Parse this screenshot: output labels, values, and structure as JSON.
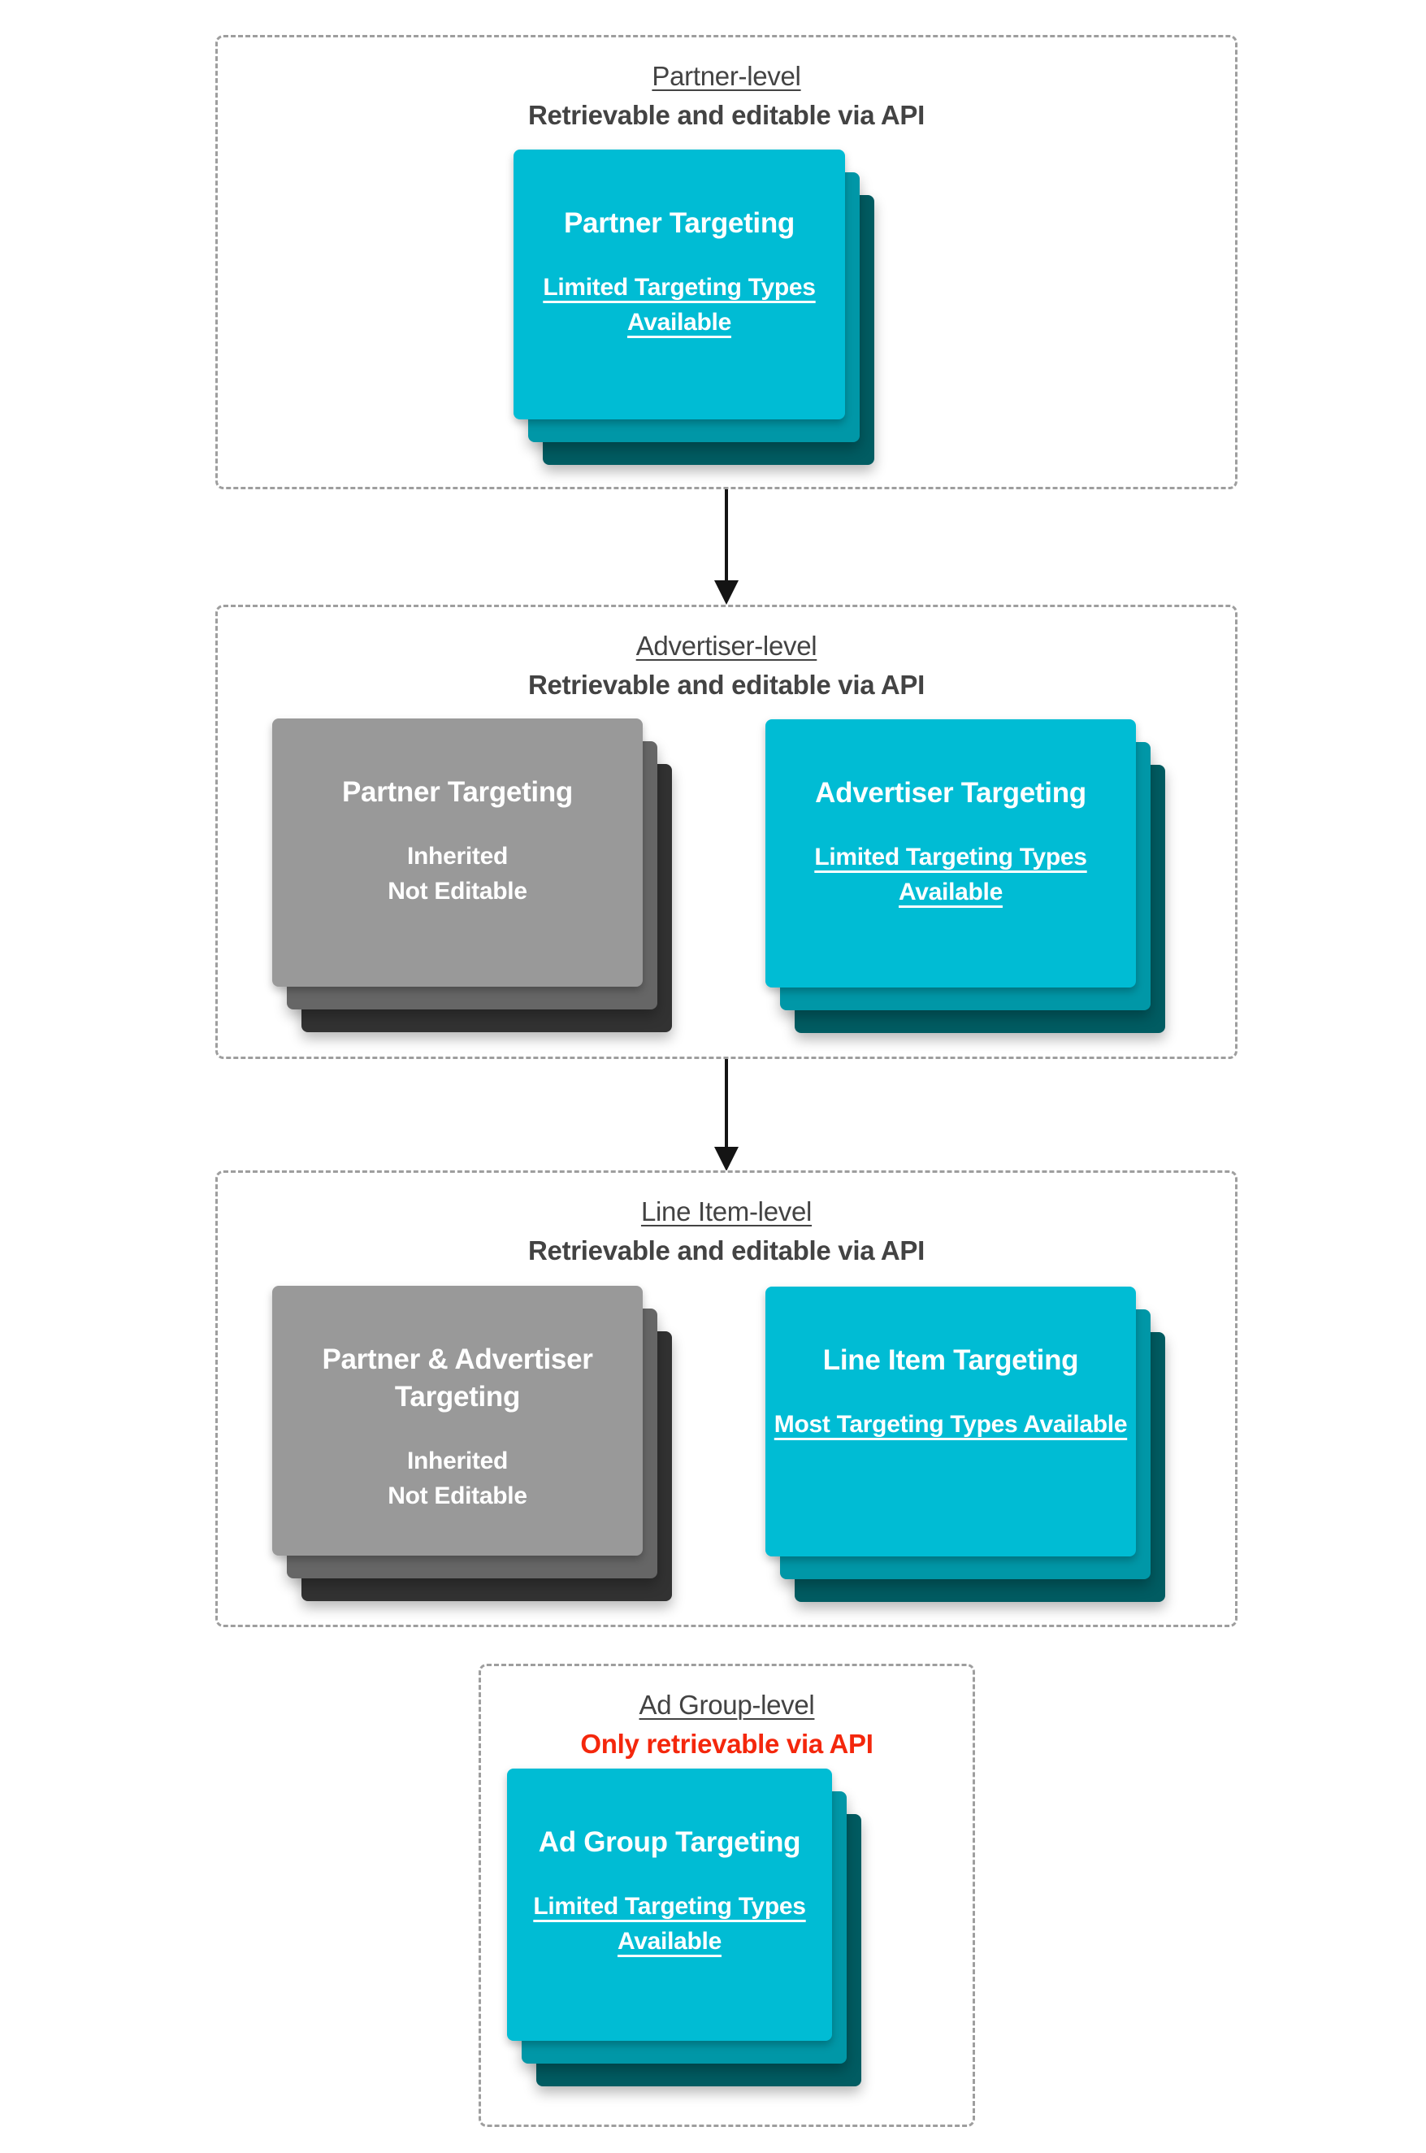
{
  "colors": {
    "card_front_cyan": "#00bcd4",
    "card_mid_cyan": "#0097a7",
    "card_back_cyan": "#015c62",
    "card_front_gray": "#999999",
    "card_mid_gray": "#666666",
    "card_back_gray": "#323232",
    "header_text": "#434343",
    "alert_text": "#f4270c",
    "border": "#9e9e9e",
    "arrow": "#141414"
  },
  "sections": [
    {
      "level_label": "Partner-level",
      "api_note": "Retrievable and editable via API",
      "cards": [
        {
          "title": "Partner Targeting",
          "note": "Limited Targeting Types Available"
        }
      ]
    },
    {
      "level_label": "Advertiser-level",
      "api_note": "Retrievable and editable via API",
      "cards": [
        {
          "title": "Partner Targeting",
          "note_lines": [
            "Inherited",
            "Not Editable"
          ]
        },
        {
          "title": "Advertiser Targeting",
          "note": "Limited Targeting Types Available"
        }
      ]
    },
    {
      "level_label": "Line Item-level",
      "api_note": "Retrievable and editable via API",
      "cards": [
        {
          "title": "Partner & Advertiser Targeting",
          "note_lines": [
            "Inherited",
            "Not Editable"
          ]
        },
        {
          "title": "Line Item Targeting",
          "note": "Most Targeting Types Available"
        }
      ]
    },
    {
      "level_label": "Ad Group-level",
      "api_note": "Only retrievable via API",
      "cards": [
        {
          "title": "Ad Group Targeting",
          "note": "Limited Targeting Types Available"
        }
      ]
    }
  ]
}
